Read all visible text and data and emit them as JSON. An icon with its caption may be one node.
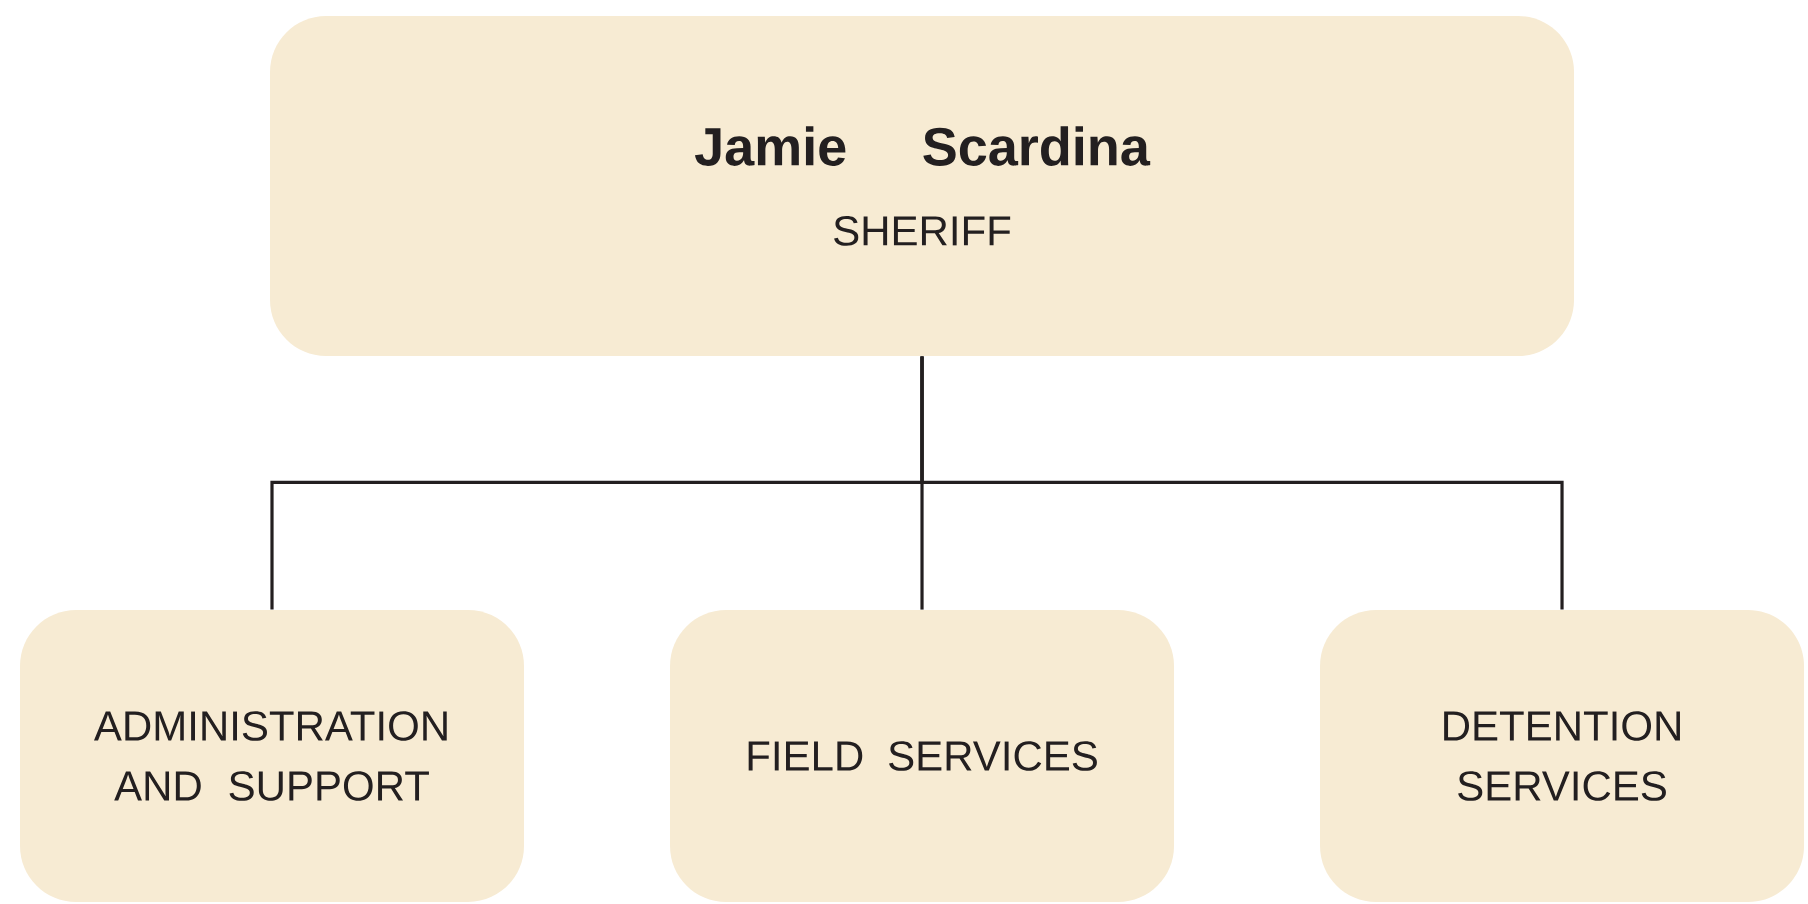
{
  "diagram": {
    "nodes": [
      {
        "text": [
          "Jamie Scardina",
          "SHERIFF"
        ]
      },
      {
        "text": [
          "ADMINISTRATION AND SUPPORT"
        ]
      },
      {
        "text": [
          "FIELD SERVICES"
        ]
      },
      {
        "text": [
          "DETENTION SERVICES"
        ]
      }
    ],
    "edges": [
      {
        "from": 0,
        "to": 1,
        "arrow": "none"
      },
      {
        "from": 0,
        "to": 2,
        "arrow": "none"
      },
      {
        "from": 0,
        "to": 3,
        "arrow": "none"
      }
    ]
  }
}
